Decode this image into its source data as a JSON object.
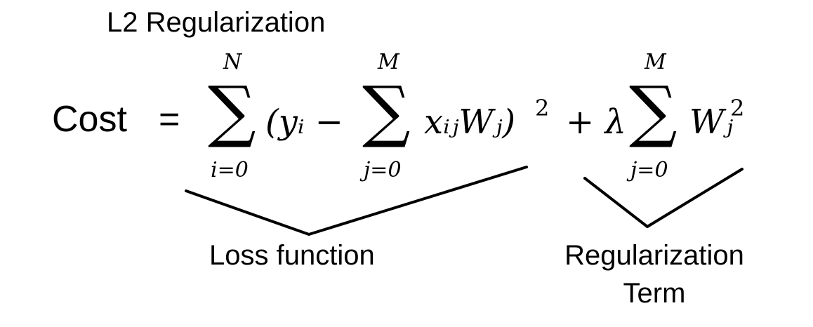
{
  "title": "L2 Regularization",
  "equation": {
    "lhs": "Cost",
    "equals": "=",
    "sum1": {
      "symbol": "∑",
      "upper": "N",
      "lower": "i=0"
    },
    "term1_open": "(yᵢ −",
    "sum2": {
      "symbol": "∑",
      "upper": "M",
      "lower": "j=0"
    },
    "term2": "xᵢⱼWⱼ)",
    "term2_power": "2",
    "plus_lambda": "+ λ",
    "sum3": {
      "symbol": "∑",
      "upper": "M",
      "lower": "j=0"
    },
    "term3": "Wⱼ",
    "term3_power": "2"
  },
  "annotations": {
    "loss_label": "Loss function",
    "reg_label_line1": "Regularization",
    "reg_label_line2": "Term"
  }
}
